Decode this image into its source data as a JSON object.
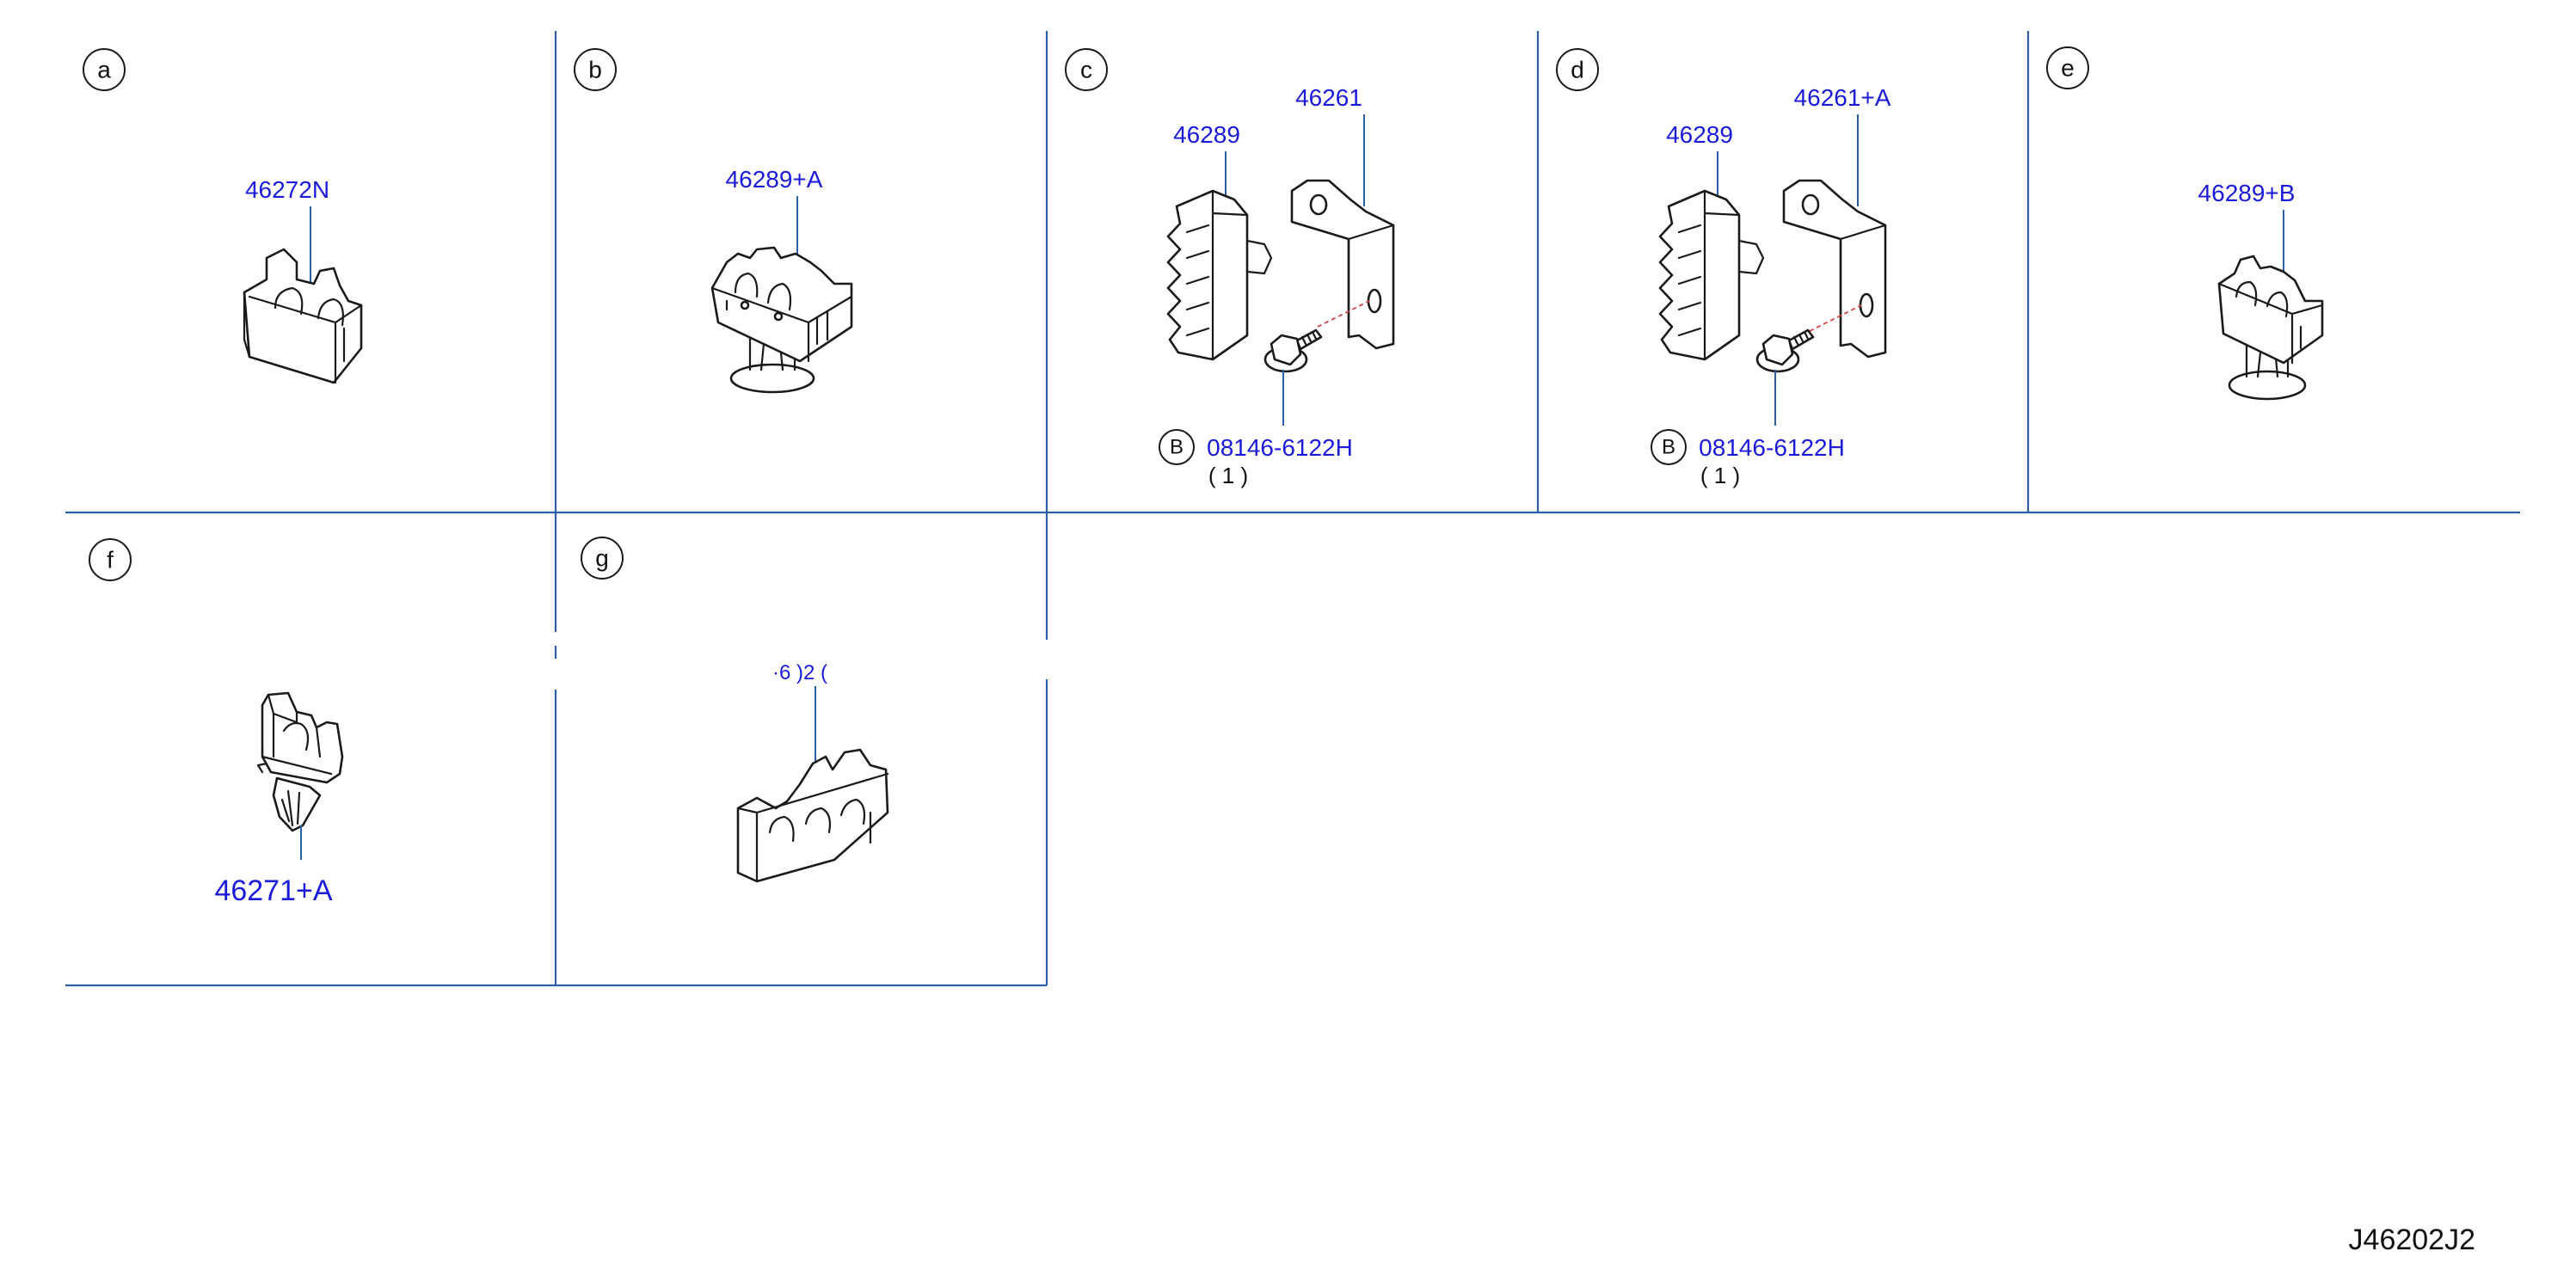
{
  "cells": {
    "a": {
      "letter": "a",
      "part": "46272N"
    },
    "b": {
      "letter": "b",
      "part": "46289+A"
    },
    "c": {
      "letter": "c",
      "part_left": "46289",
      "part_right": "46261",
      "bolt_mark": "B",
      "bolt": "08146-6122H",
      "qty": "( 1 )"
    },
    "d": {
      "letter": "d",
      "part_left": "46289",
      "part_right": "46261+A",
      "bolt_mark": "B",
      "bolt": "08146-6122H",
      "qty": "( 1 )"
    },
    "e": {
      "letter": "e",
      "part": "46289+B"
    },
    "f": {
      "letter": "f",
      "part": "46271+A"
    },
    "g": {
      "letter": "g",
      "part": "·6 )2  ("
    }
  },
  "diagram_code": "J46202J2",
  "colors": {
    "grid": "#2d5fa8",
    "part_number": "#1a1adb",
    "ink": "#1a1a1a"
  }
}
